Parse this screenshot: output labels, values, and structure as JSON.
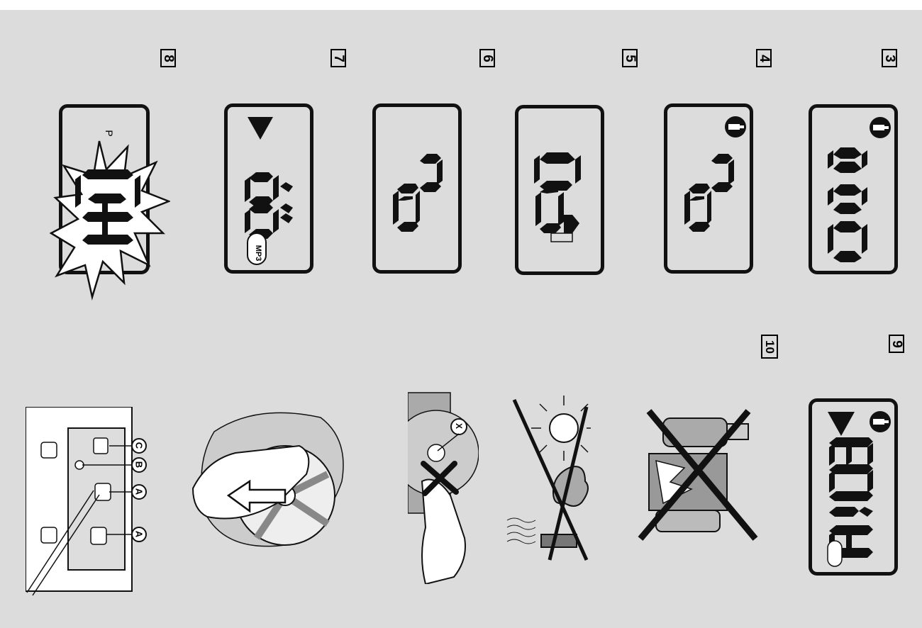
{
  "figure": {
    "step_numbers": [
      "3",
      "4",
      "5",
      "6",
      "7",
      "8",
      "9",
      "10"
    ],
    "mp3_badge": "MP3",
    "flag_p": "P",
    "connector_labels": [
      "C",
      "B",
      "A",
      "A"
    ],
    "x_marker": "X",
    "colors": {
      "background": "#dcdcdc",
      "ink": "#111111",
      "white": "#ffffff",
      "grey": "#9a9a9a"
    }
  },
  "icons": [
    "usb-plug-icon",
    "play-triangle-icon",
    "starburst-flash-icon",
    "cross-out-icon",
    "sun-icon",
    "cloud-icon",
    "arrow-icon"
  ]
}
